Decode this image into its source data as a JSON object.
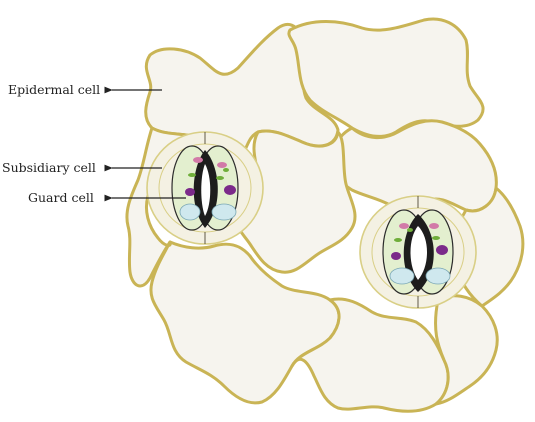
{
  "labels": {
    "epidermal_cell": "Epidermal cell",
    "subsidiary_cell": "Subsidiary cell",
    "guard_cell": "Guard cell"
  },
  "colors": {
    "cell_wall": "#c9b455",
    "cell_fill": "#f6f4ee",
    "guard_cell_fill": "#e3efcf",
    "vacuole": "#cfe8ee",
    "chloroplast": "#6fae3a",
    "purple_organelle": "#7b2a8a",
    "pink_organelle": "#d27aa8",
    "pore": "#1d1d1d"
  },
  "icons": {
    "pointer": "left-arrow"
  }
}
